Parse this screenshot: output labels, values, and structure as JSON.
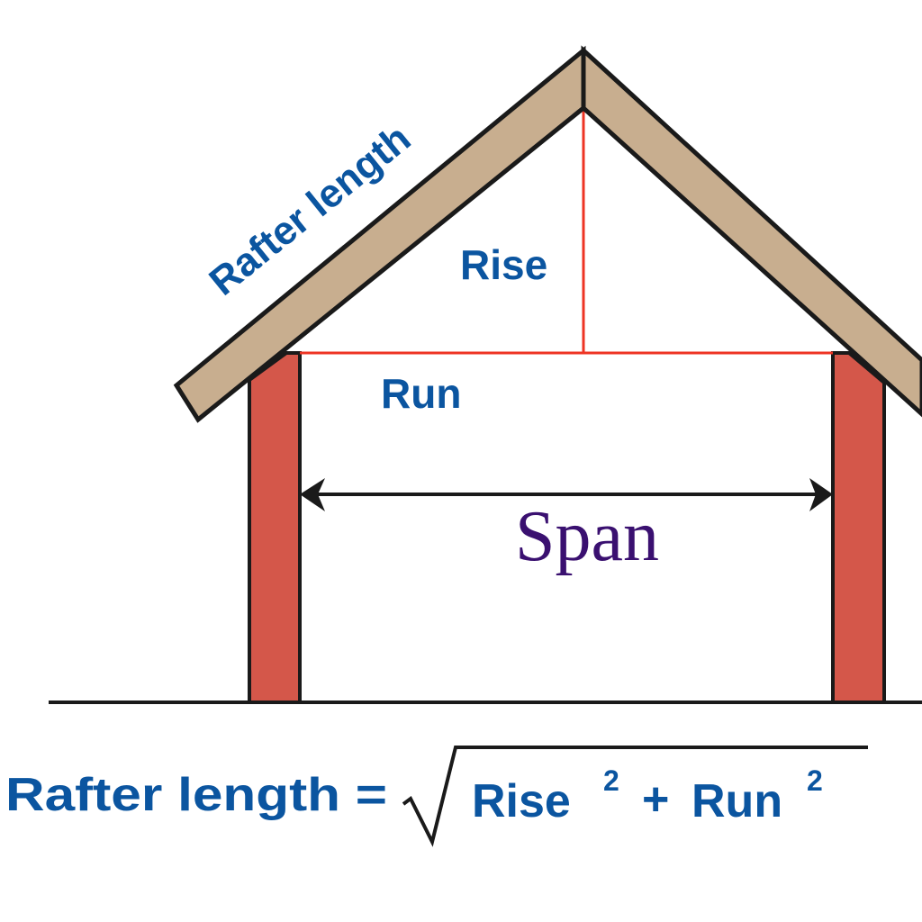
{
  "diagram": {
    "title": "Rafter length diagram",
    "labels": {
      "rafter_length": "Rafter length",
      "rise": "Rise",
      "run": "Run",
      "span": "Span"
    },
    "formula": {
      "lhs": "Rafter length =",
      "term1": "Rise",
      "exp1": "2",
      "plus": "+",
      "term2": "Run",
      "exp2": "2"
    },
    "colors": {
      "label_blue": "#0b55a0",
      "span_purple": "#3a1070",
      "rafter_fill": "#c8ae8f",
      "wall_fill": "#d4574a",
      "measure_red": "#ee3424",
      "outline": "#1a1a1a"
    }
  }
}
